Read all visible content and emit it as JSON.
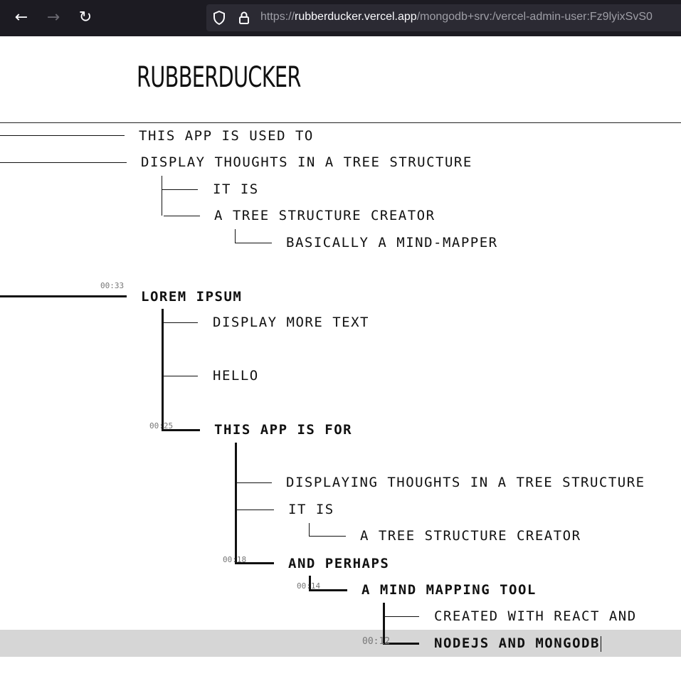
{
  "browser": {
    "back_icon": "←",
    "forward_icon": "→",
    "reload_icon": "↻",
    "shield_icon": "shield",
    "lock_icon": "lock",
    "url_scheme": "https://",
    "url_host": "rubberducker.vercel.app",
    "url_path": "/mongodb+srv:/vercel-admin-user:Fz9lyixSvS0"
  },
  "app": {
    "title": "RUBBERDUCKER"
  },
  "tree": {
    "n1": "THIS APP IS USED TO",
    "n2": "DISPLAY THOUGHTS IN A TREE STRUCTURE",
    "n3": "IT IS",
    "n4": "A TREE STRUCTURE CREATOR",
    "n5": "BASICALLY A MIND-MAPPER",
    "n6": "LOREM IPSUM",
    "n6_time": "00:33",
    "n7": "DISPLAY MORE TEXT",
    "n8": "HELLO",
    "n9": "THIS APP IS FOR",
    "n9_time": "00:25",
    "n10": "DISPLAYING THOUGHTS IN A TREE STRUCTURE",
    "n11": "IT IS",
    "n12": "A TREE STRUCTURE CREATOR",
    "n13": "AND PERHAPS",
    "n13_time": "00:18",
    "n14": "A MIND MAPPING TOOL",
    "n14_time": "00:14",
    "n15": "CREATED WITH REACT AND",
    "n16": "NODEJS AND MONGODB",
    "n16_time": "00:12"
  }
}
